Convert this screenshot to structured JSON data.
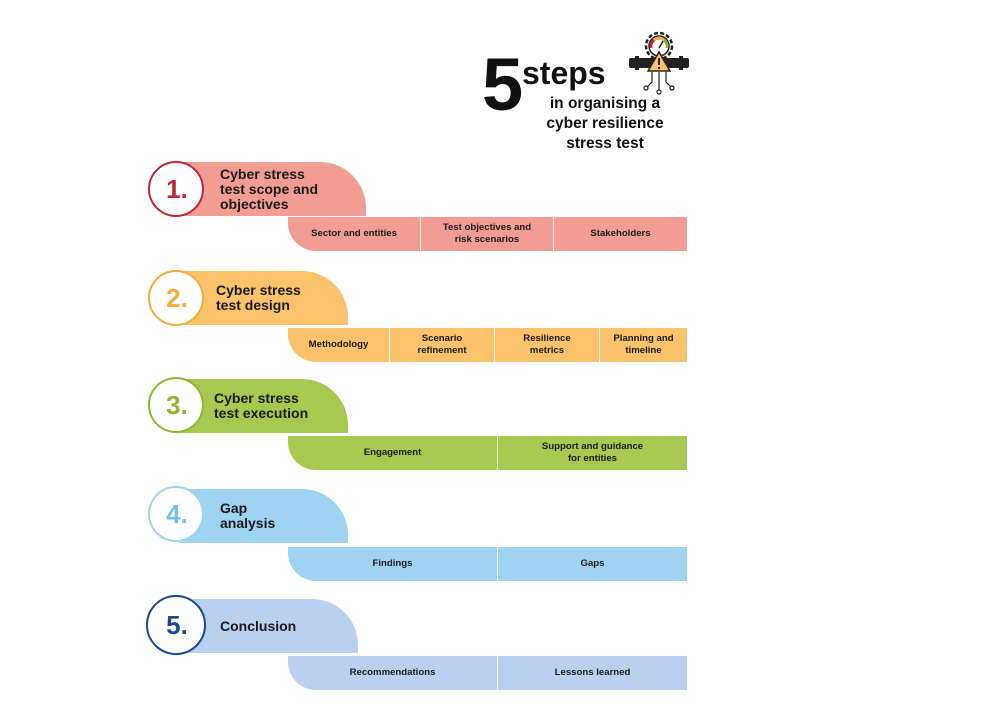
{
  "header": {
    "number": "5",
    "steps_word": "steps",
    "subtitle_lines": [
      "in organising a",
      "cyber resilience",
      "stress test"
    ],
    "icon": "gauge-warning-icon"
  },
  "steps": [
    {
      "number": "1.",
      "title": "Cyber stress\ntest scope and\nobjectives",
      "color": "#f29d93",
      "number_color": "#c0263a",
      "items": [
        "Sector and entities",
        "Test objectives and\nrisk scenarios",
        "Stakeholders"
      ]
    },
    {
      "number": "2.",
      "title": "Cyber stress\ntest design",
      "color": "#f9c26b",
      "number_color": "#f2ad3c",
      "items": [
        "Methodology",
        "Scenario\nrefinement",
        "Resilience\nmetrics",
        "Planning and\ntimeline"
      ]
    },
    {
      "number": "3.",
      "title": "Cyber stress\ntest execution",
      "color": "#a8c94f",
      "number_color": "#8ab832",
      "items": [
        "Engagement",
        "Support and guidance\nfor entities"
      ]
    },
    {
      "number": "4.",
      "title": "Gap\nanalysis",
      "color": "#9fd3f2",
      "number_color": "#72c0ec",
      "items": [
        "Findings",
        "Gaps"
      ]
    },
    {
      "number": "5.",
      "title": "Conclusion",
      "color": "#b9d0ee",
      "number_color": "#174a93",
      "items": [
        "Recommendations",
        "Lessons learned"
      ]
    }
  ]
}
